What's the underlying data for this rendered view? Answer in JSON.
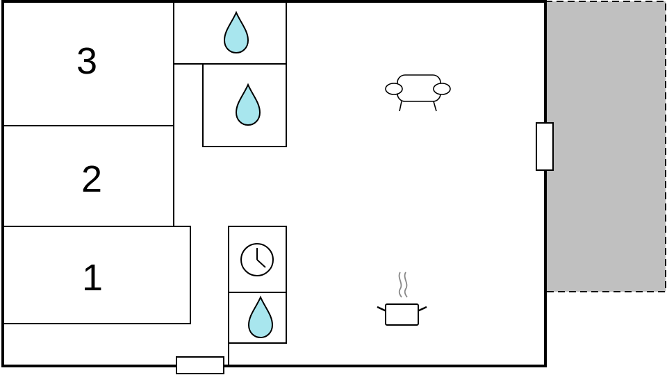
{
  "colors": {
    "wall": "#000000",
    "terrace": "#c0c0c0",
    "water": "#a8e6ee",
    "steam": "#888888",
    "background": "#ffffff"
  },
  "rooms": [
    {
      "label": "3"
    },
    {
      "label": "2"
    },
    {
      "label": "1"
    }
  ],
  "icons": [
    "water-drop-icon",
    "water-drop-icon",
    "water-drop-icon",
    "clock-icon",
    "sofa-icon",
    "cooking-pot-icon"
  ]
}
